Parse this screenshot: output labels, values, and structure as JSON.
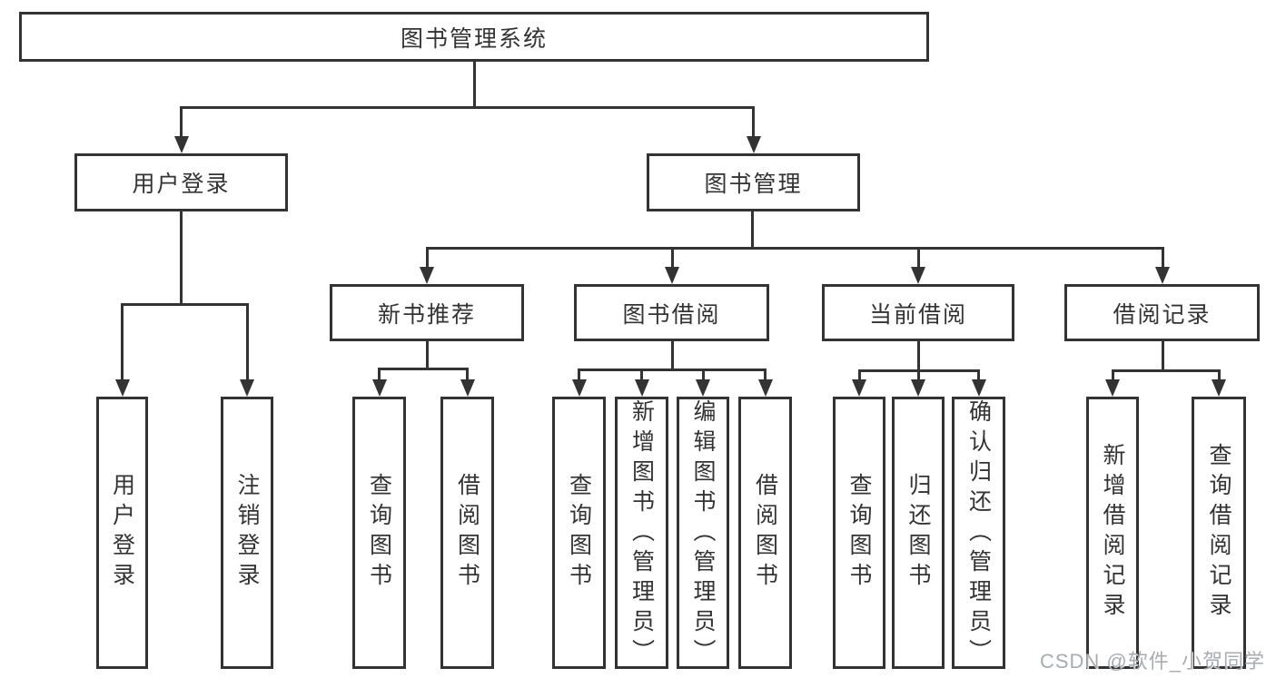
{
  "style": {
    "background": "#ffffff",
    "line_color": "#333333",
    "text_color": "#333333",
    "box_background": "#ffffff",
    "watermark_color": "#a8acb0"
  },
  "watermark": {
    "text": "CSDN @软件_小贺同学"
  },
  "tree": {
    "root": {
      "label": "图书管理系统"
    },
    "branches": [
      {
        "label": "用户登录",
        "leaves": [
          {
            "label": "用户登录"
          },
          {
            "label": "注销登录"
          }
        ]
      },
      {
        "label": "图书管理",
        "sections": [
          {
            "label": "新书推荐",
            "leaves": [
              {
                "label": "查询图书"
              },
              {
                "label": "借阅图书"
              }
            ]
          },
          {
            "label": "图书借阅",
            "leaves": [
              {
                "label": "查询图书"
              },
              {
                "label": "新增图书（管理员）"
              },
              {
                "label": "编辑图书（管理员）"
              },
              {
                "label": "借阅图书"
              }
            ]
          },
          {
            "label": "当前借阅",
            "leaves": [
              {
                "label": "查询图书"
              },
              {
                "label": "归还图书"
              },
              {
                "label": "确认归还（管理员）"
              }
            ]
          },
          {
            "label": "借阅记录",
            "leaves": [
              {
                "label": "新增借阅记录"
              },
              {
                "label": "查询借阅记录"
              }
            ]
          }
        ]
      }
    ]
  }
}
